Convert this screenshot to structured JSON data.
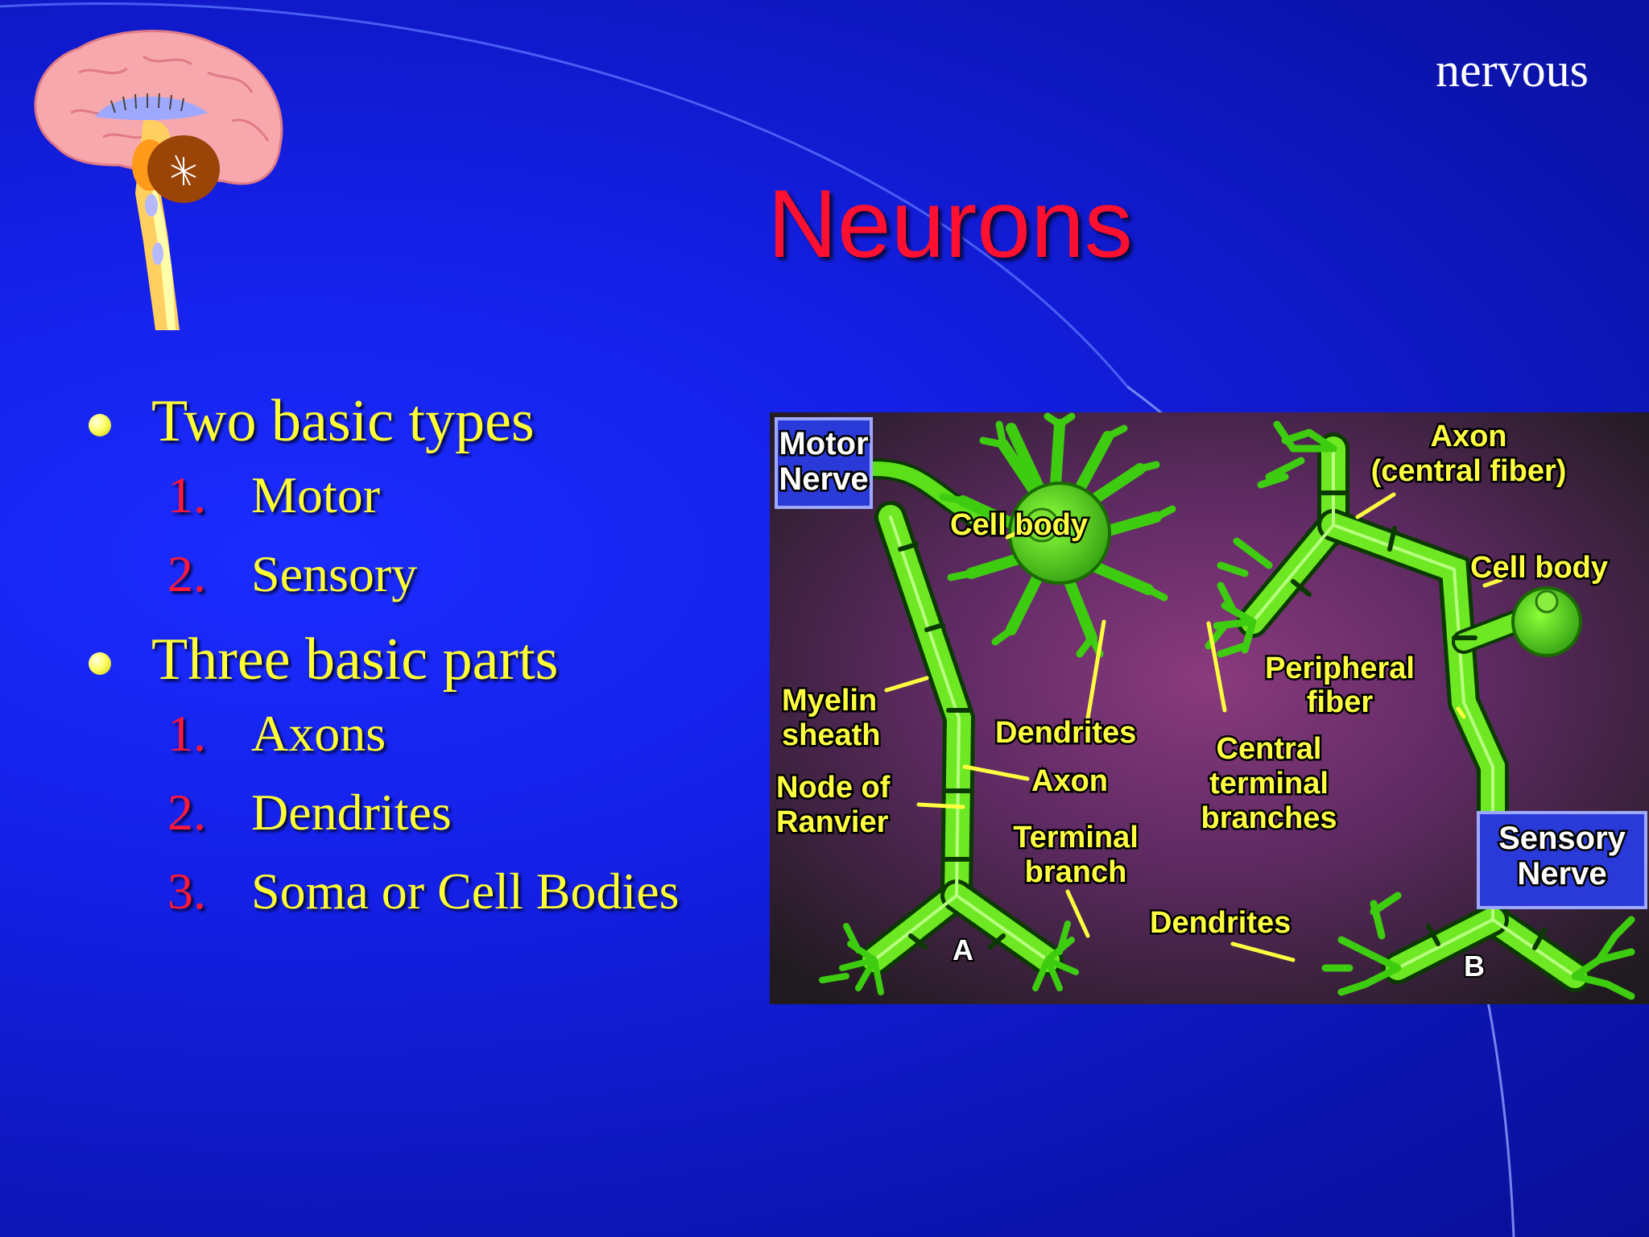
{
  "header": {
    "corner_label": "nervous",
    "title": "Neurons"
  },
  "bullets": [
    {
      "text": "Two basic types",
      "items": [
        {
          "num": "1.",
          "text": "Motor"
        },
        {
          "num": "2.",
          "text": "Sensory"
        }
      ]
    },
    {
      "text": "Three basic parts",
      "items": [
        {
          "num": "1.",
          "text": "Axons"
        },
        {
          "num": "2.",
          "text": "Dendrites"
        },
        {
          "num": "3.",
          "text": "Soma or Cell Bodies"
        }
      ]
    }
  ],
  "diagram": {
    "motor_nerve": [
      "Motor",
      "Nerve"
    ],
    "sensory_nerve": [
      "Sensory",
      "Nerve"
    ],
    "cell_body_a": "Cell body",
    "dendrites_a": "Dendrites",
    "myelin_sheath": [
      "Myelin",
      "sheath"
    ],
    "node_of_ranvier": [
      "Node of",
      "Ranvier"
    ],
    "axon_a": "Axon",
    "terminal_branch": [
      "Terminal",
      "branch"
    ],
    "letter_a": "A",
    "axon_central": [
      "Axon",
      "(central fiber)"
    ],
    "cell_body_b": "Cell body",
    "peripheral_fiber": [
      "Peripheral",
      "fiber"
    ],
    "central_terminal": [
      "Central",
      "terminal",
      "branches"
    ],
    "dendrites_b": "Dendrites",
    "letter_b": "B"
  },
  "colors": {
    "title": "#ff1030",
    "bullet_text": "#ffff33",
    "numbering": "#ff1838",
    "background": "#1420e6"
  }
}
